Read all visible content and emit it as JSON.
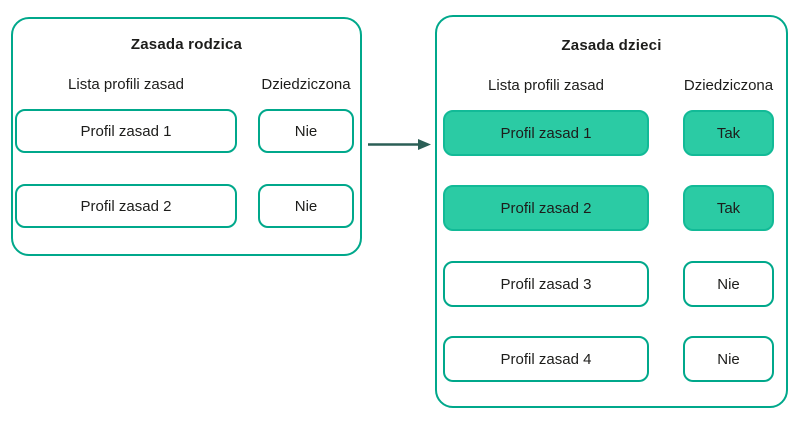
{
  "colors": {
    "outline_teal": "#00a88b",
    "fill_teal": "#2bcba4",
    "fill_border_teal": "#12ba97",
    "arrow_dark_teal": "#2b5f56",
    "text_dark": "#1d1d1b",
    "background": "#ffffff"
  },
  "parent": {
    "title": "Zasada rodzica",
    "columns": {
      "profiles": "Lista profili zasad",
      "inherited": "Dziedziczona"
    },
    "rows": [
      {
        "profile": "Profil zasad 1",
        "inherited": "Nie",
        "highlighted": false
      },
      {
        "profile": "Profil zasad 2",
        "inherited": "Nie",
        "highlighted": false
      }
    ]
  },
  "children": {
    "title": "Zasada dzieci",
    "columns": {
      "profiles": "Lista profili zasad",
      "inherited": "Dziedziczona"
    },
    "rows": [
      {
        "profile": "Profil zasad 1",
        "inherited": "Tak",
        "highlighted": true
      },
      {
        "profile": "Profil zasad 2",
        "inherited": "Tak",
        "highlighted": true
      },
      {
        "profile": "Profil zasad 3",
        "inherited": "Nie",
        "highlighted": false
      },
      {
        "profile": "Profil zasad 4",
        "inherited": "Nie",
        "highlighted": false
      }
    ]
  }
}
